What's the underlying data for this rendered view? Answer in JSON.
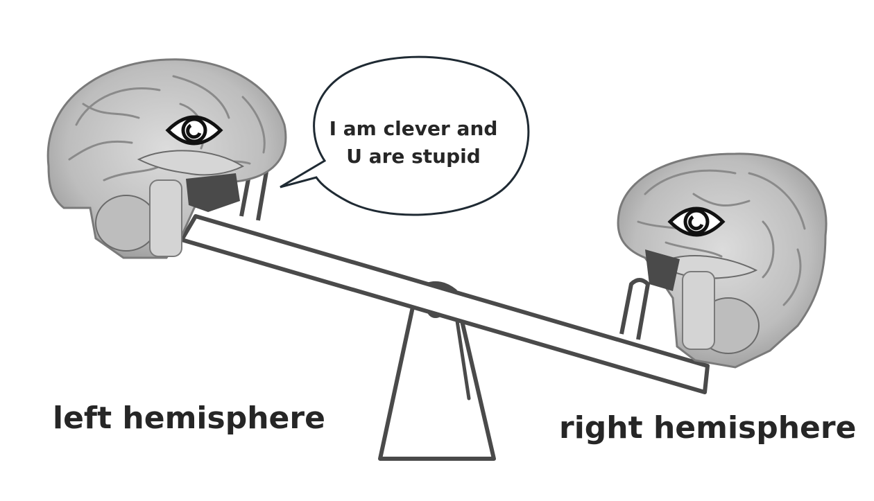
{
  "speech_bubble": {
    "line1": "I am clever and",
    "line2": "U are stupid"
  },
  "labels": {
    "left": "left hemisphere",
    "right": "right hemisphere"
  },
  "icons": [
    "brain-left-image",
    "brain-right-image",
    "eye-icon",
    "seesaw",
    "speech-bubble"
  ],
  "colors": {
    "outline": "#444444",
    "brain_fill": "#c8c8c8",
    "brain_dark": "#555555",
    "text": "#262626"
  }
}
